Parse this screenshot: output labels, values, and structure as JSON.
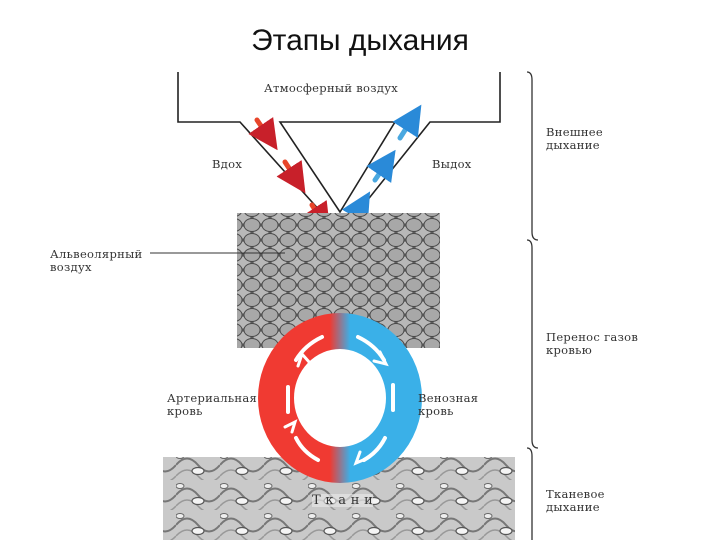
{
  "title": "Этапы дыхания",
  "labels": {
    "atmospheric_air": "Атмосферный воздух",
    "inhale": "Вдох",
    "exhale": "Выдох",
    "alveolar_air": "Альвеолярный воздух",
    "arterial_blood": "Артериальная кровь",
    "venous_blood": "Венозная кровь",
    "tissues": "Т к а н и"
  },
  "stages": {
    "external": "Внешнее дыхание",
    "transport": "Перенос газов кровью",
    "tissue": "Тканевое дыхание"
  },
  "colors": {
    "arterial": "#f03a32",
    "venous": "#3ab0e8",
    "inhale_arrow": "#e8452a",
    "exhale_arrow": "#4aa8e0"
  }
}
